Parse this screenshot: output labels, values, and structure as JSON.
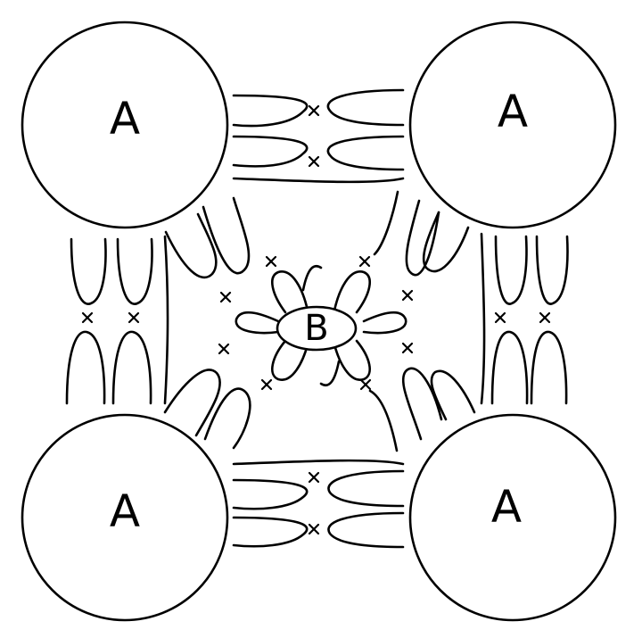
{
  "diagram": {
    "label_large": "A",
    "label_center": "B",
    "large_node_count": 4,
    "colors": {
      "ink": "#000000",
      "background": "#ffffff"
    }
  }
}
